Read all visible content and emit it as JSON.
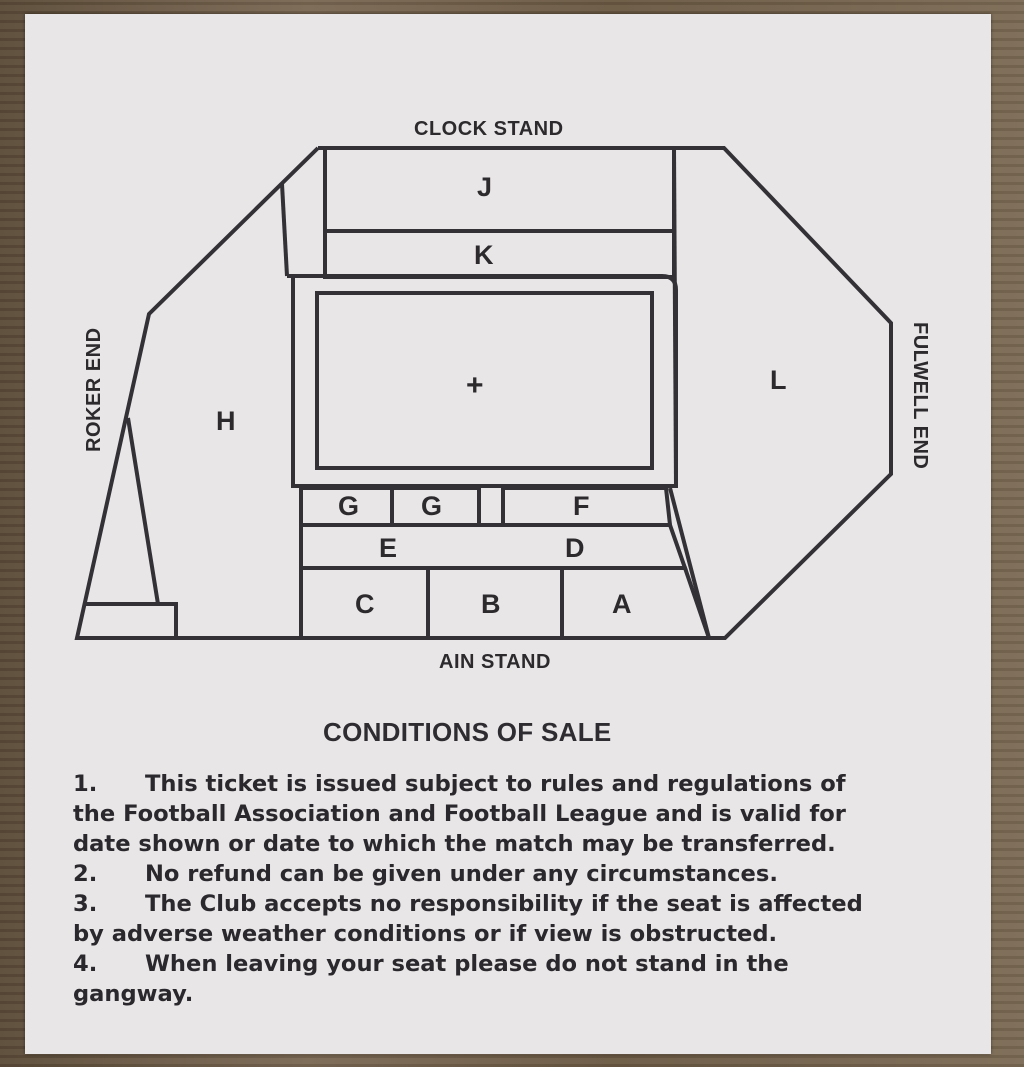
{
  "plan": {
    "clock_stand": "CLOCK STAND",
    "main_stand": "AIN STAND",
    "roker_end": "ROKER END",
    "fulwell_end": "FULWELL END",
    "sections": {
      "J": "J",
      "K": "K",
      "H": "H",
      "L": "L",
      "G1": "G",
      "G2": "G",
      "F": "F",
      "E": "E",
      "D": "D",
      "C": "C",
      "B": "B",
      "A": "A"
    },
    "centre_mark": "+"
  },
  "conditions": {
    "title": "CONDITIONS OF SALE",
    "items": [
      {
        "num": "1.",
        "text": "This ticket is issued subject to rules and regulations of",
        "cont": [
          "the Football Association and Football League and is valid for",
          "date shown or date to which the match may be transferred."
        ]
      },
      {
        "num": "2.",
        "text": "No refund can be given under any circumstances.",
        "cont": []
      },
      {
        "num": "3.",
        "text": "The Club accepts no responsibility if the seat is affected",
        "cont": [
          "by adverse weather conditions or if view is obstructed."
        ]
      },
      {
        "num": "4.",
        "text": "When leaving your seat please do not stand in the",
        "cont": [
          "gangway."
        ]
      }
    ]
  }
}
